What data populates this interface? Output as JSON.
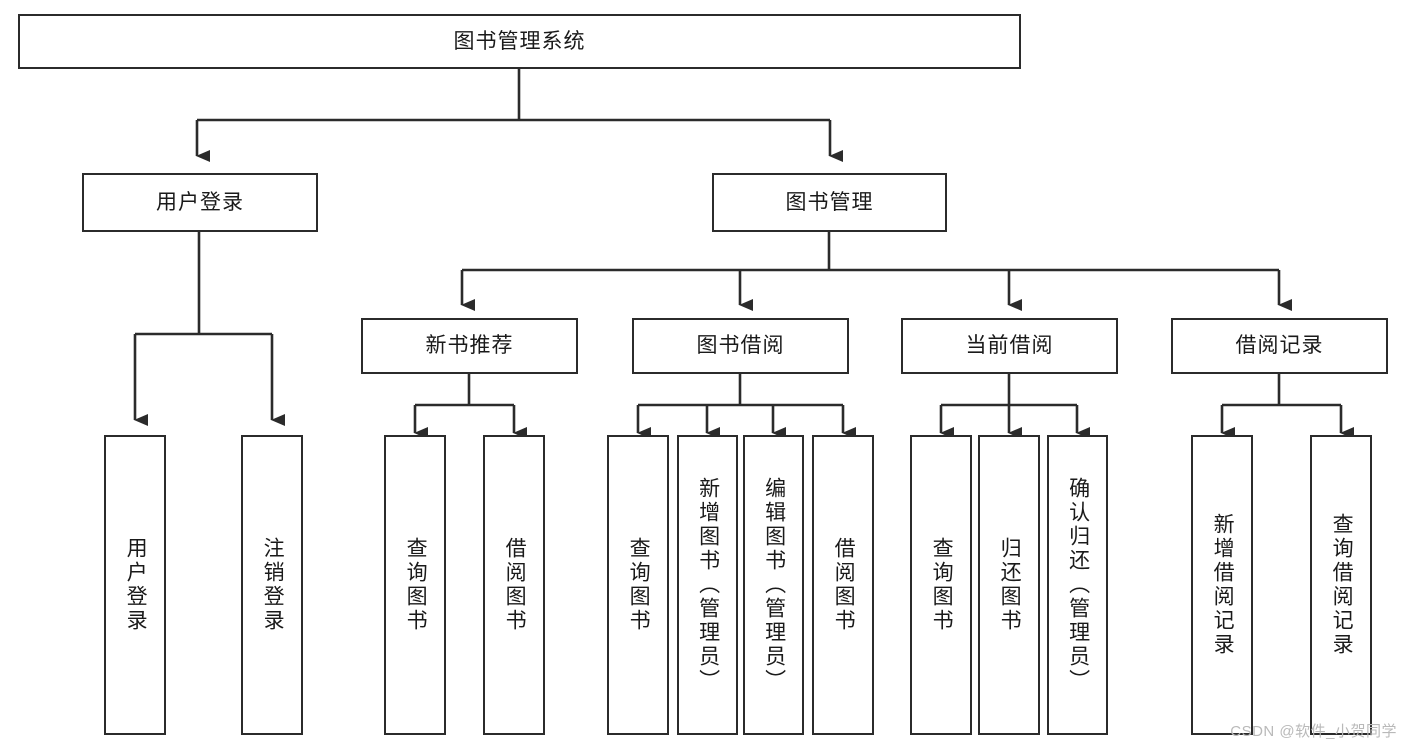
{
  "diagram": {
    "title_node": {
      "label": "图书管理系统"
    },
    "level2": [
      {
        "id": "user-login",
        "label": "用户登录"
      },
      {
        "id": "book-manage",
        "label": "图书管理"
      }
    ],
    "level3": [
      {
        "id": "new-book-recommend",
        "label": "新书推荐"
      },
      {
        "id": "book-borrow",
        "label": "图书借阅"
      },
      {
        "id": "current-borrow",
        "label": "当前借阅"
      },
      {
        "id": "borrow-record",
        "label": "借阅记录"
      }
    ],
    "leaves": [
      {
        "id": "leaf-user-login",
        "label": "用户登录"
      },
      {
        "id": "leaf-logout-login",
        "label": "注销登录"
      },
      {
        "id": "leaf-query-book-1",
        "label": "查询图书"
      },
      {
        "id": "leaf-borrow-book-1",
        "label": "借阅图书"
      },
      {
        "id": "leaf-query-book-2",
        "label": "查询图书"
      },
      {
        "id": "leaf-add-book",
        "label": "新增图书（管理员）"
      },
      {
        "id": "leaf-edit-book",
        "label": "编辑图书（管理员）"
      },
      {
        "id": "leaf-borrow-book-2",
        "label": "借阅图书"
      },
      {
        "id": "leaf-query-book-3",
        "label": "查询图书"
      },
      {
        "id": "leaf-return-book",
        "label": "归还图书"
      },
      {
        "id": "leaf-confirm-return",
        "label": "确认归还（管理员）"
      },
      {
        "id": "leaf-add-borrow-record",
        "label": "新增借阅记录"
      },
      {
        "id": "leaf-query-borrow-record",
        "label": "查询借阅记录"
      }
    ],
    "watermark": {
      "text": "CSDN @软件_小贺同学"
    },
    "colors": {
      "stroke": "#2b2b2b",
      "background": "#ffffff",
      "text": "#1a1a1a",
      "watermark": "#b9b9b9"
    }
  }
}
